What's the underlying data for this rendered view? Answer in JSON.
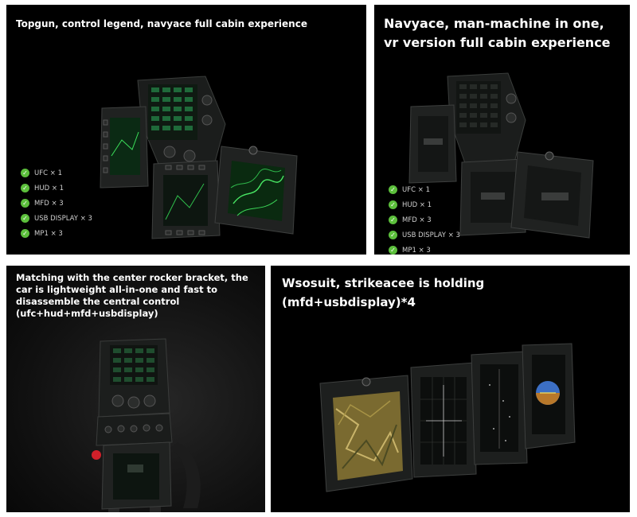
{
  "panel1": {
    "title": "Topgun, control legend, navyace full cabin experience",
    "specs": [
      "UFC × 1",
      "HUD × 1",
      "MFD × 3",
      "USB DISPLAY × 3",
      "MP1 × 3"
    ],
    "check_icon": "checkmark-circle-icon",
    "check_color": "#5cbf3c"
  },
  "panel2": {
    "title": "Navyace, man-machine in one, vr version full cabin experience",
    "specs": [
      "UFC × 1",
      "HUD × 1",
      "MFD × 3",
      "USB DISPLAY × 3",
      "MP1 × 3"
    ],
    "check_icon": "checkmark-circle-icon",
    "check_color": "#5cbf3c"
  },
  "panel3": {
    "title": "Matching with the center rocker bracket, the car is lightweight all-in-one and fast to disassemble the central control (ufc+hud+mfd+usbdisplay)"
  },
  "panel4": {
    "title": "Wsosuit, strikeacee is holding (mfd+usbdisplay)*4"
  }
}
